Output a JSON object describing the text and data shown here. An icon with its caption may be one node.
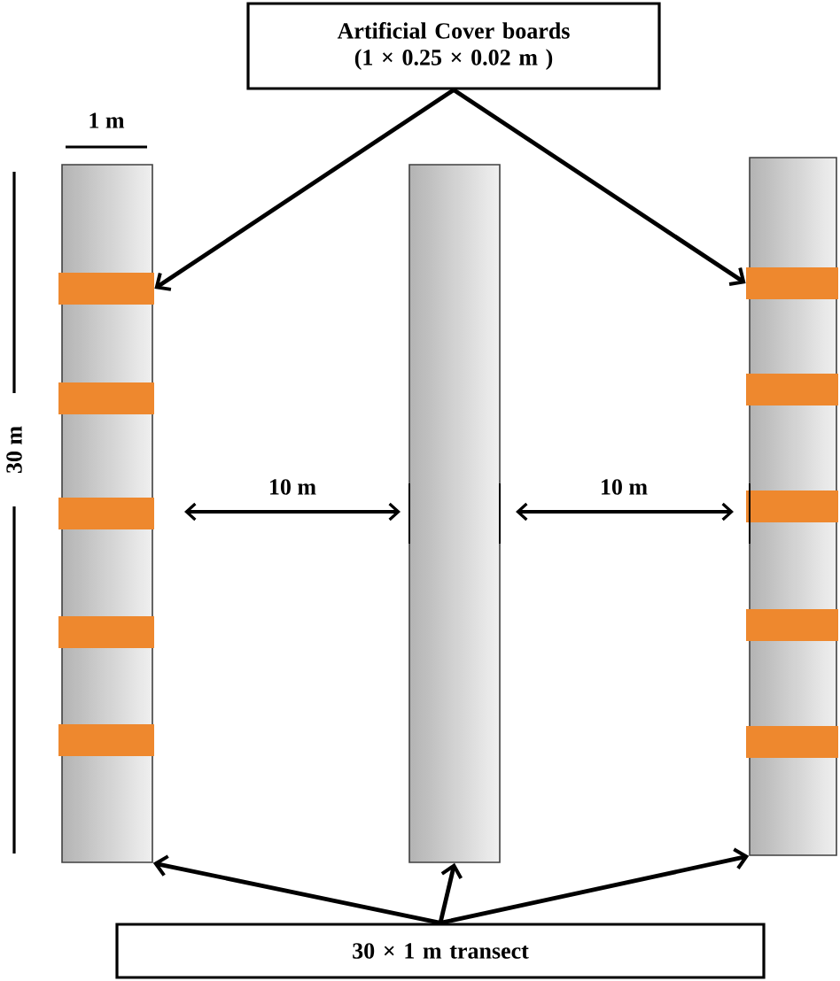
{
  "diagram": {
    "nodes": [
      {
        "text": [
          "Artificial Cover boards (1 × 0.25 × 0.02 m )"
        ]
      },
      {
        "text": [],
        "shape": "box"
      },
      {
        "text": [],
        "shape": "bar",
        "in": 1
      },
      {
        "text": [],
        "shape": "bar",
        "in": 1
      },
      {
        "text": [],
        "shape": "bar",
        "in": 1
      },
      {
        "text": [],
        "shape": "bar",
        "in": 1
      },
      {
        "text": [],
        "shape": "bar",
        "in": 1
      },
      {
        "text": [],
        "shape": "box"
      },
      {
        "text": [],
        "shape": "box"
      },
      {
        "text": [],
        "shape": "bar",
        "in": 8
      },
      {
        "text": [],
        "shape": "bar",
        "in": 8
      },
      {
        "text": [],
        "shape": "bar",
        "in": 8
      },
      {
        "text": [],
        "shape": "bar",
        "in": 8
      },
      {
        "text": [],
        "shape": "bar",
        "in": 8
      },
      {
        "text": [
          "30 × 1 m transect"
        ]
      }
    ],
    "edges": [
      {
        "from": 0,
        "to": 2,
        "arrow": "to"
      },
      {
        "from": 0,
        "to": 9,
        "arrow": "to"
      },
      {
        "from": 14,
        "to": 1,
        "arrow": "to"
      },
      {
        "from": 14,
        "to": 7,
        "arrow": "to"
      },
      {
        "from": 14,
        "to": 8,
        "arrow": "to"
      }
    ],
    "labels": [
      "1 m",
      "30 m",
      "10 m",
      "10 m"
    ]
  }
}
